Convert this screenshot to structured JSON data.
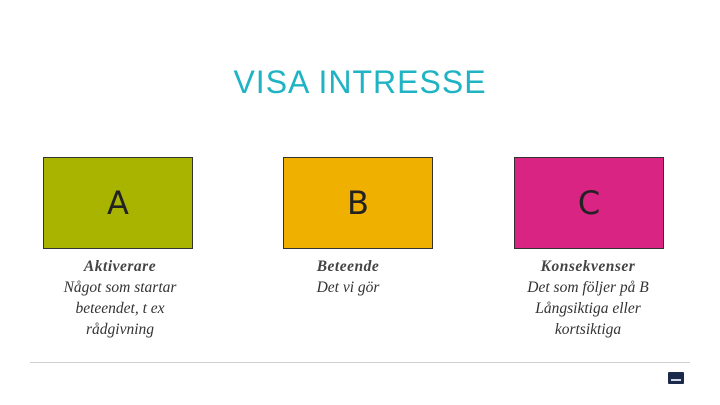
{
  "slide": {
    "title": "VISA INTRESSE",
    "boxes": [
      {
        "letter": "A",
        "color": "#a9b400"
      },
      {
        "letter": "B",
        "color": "#efb000"
      },
      {
        "letter": "C",
        "color": "#da2483"
      }
    ],
    "descriptions": [
      {
        "heading": "Aktiverare",
        "lines": [
          "Något som startar",
          "beteendet, t ex",
          "rådgivning"
        ]
      },
      {
        "heading": "Beteende",
        "lines": [
          "Det vi gör"
        ]
      },
      {
        "heading": "Konsekvenser",
        "lines": [
          "Det som följer på B",
          "Långsiktiga eller",
          "kortsiktiga"
        ]
      }
    ],
    "title_color": "#1fb3c4",
    "logo_icon": "brand-logo-icon"
  }
}
